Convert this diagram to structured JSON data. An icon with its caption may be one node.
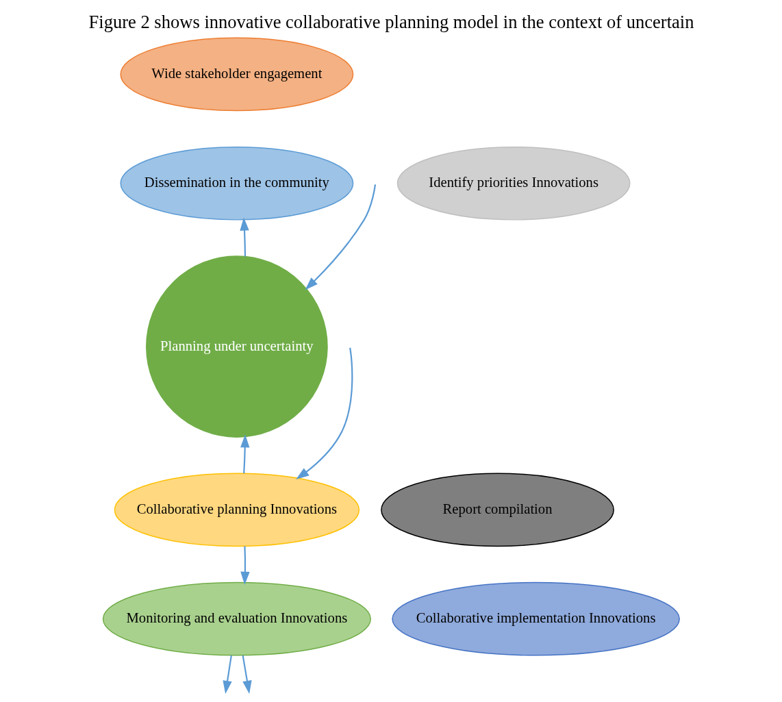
{
  "diagram": {
    "title": "Figure 2 shows innovative collaborative planning model in the context of uncertain",
    "nodes": [
      {
        "text": [
          "Wide stakeholder engagement"
        ]
      },
      {
        "text": [
          "Dissemination in the community"
        ]
      },
      {
        "text": [
          "Identify priorities Innovations"
        ]
      },
      {
        "text": [
          "Planning under uncertainty"
        ]
      },
      {
        "text": [
          "Collaborative planning Innovations"
        ]
      },
      {
        "text": [
          "Report compilation"
        ]
      },
      {
        "text": [
          "Monitoring and evaluation Innovations"
        ]
      },
      {
        "text": [
          "Collaborative implementation Innovations"
        ]
      }
    ],
    "edges": [
      {
        "from": null,
        "to": 3,
        "arrow": "to"
      },
      {
        "from": 3,
        "to": 1,
        "arrow": "to"
      },
      {
        "from": null,
        "to": 4,
        "arrow": "to"
      },
      {
        "from": 4,
        "to": 3,
        "arrow": "to"
      },
      {
        "from": 4,
        "to": 6,
        "arrow": "to"
      },
      {
        "from": 6,
        "to": null,
        "arrow": "to"
      },
      {
        "from": 6,
        "to": null,
        "arrow": "to"
      }
    ]
  }
}
